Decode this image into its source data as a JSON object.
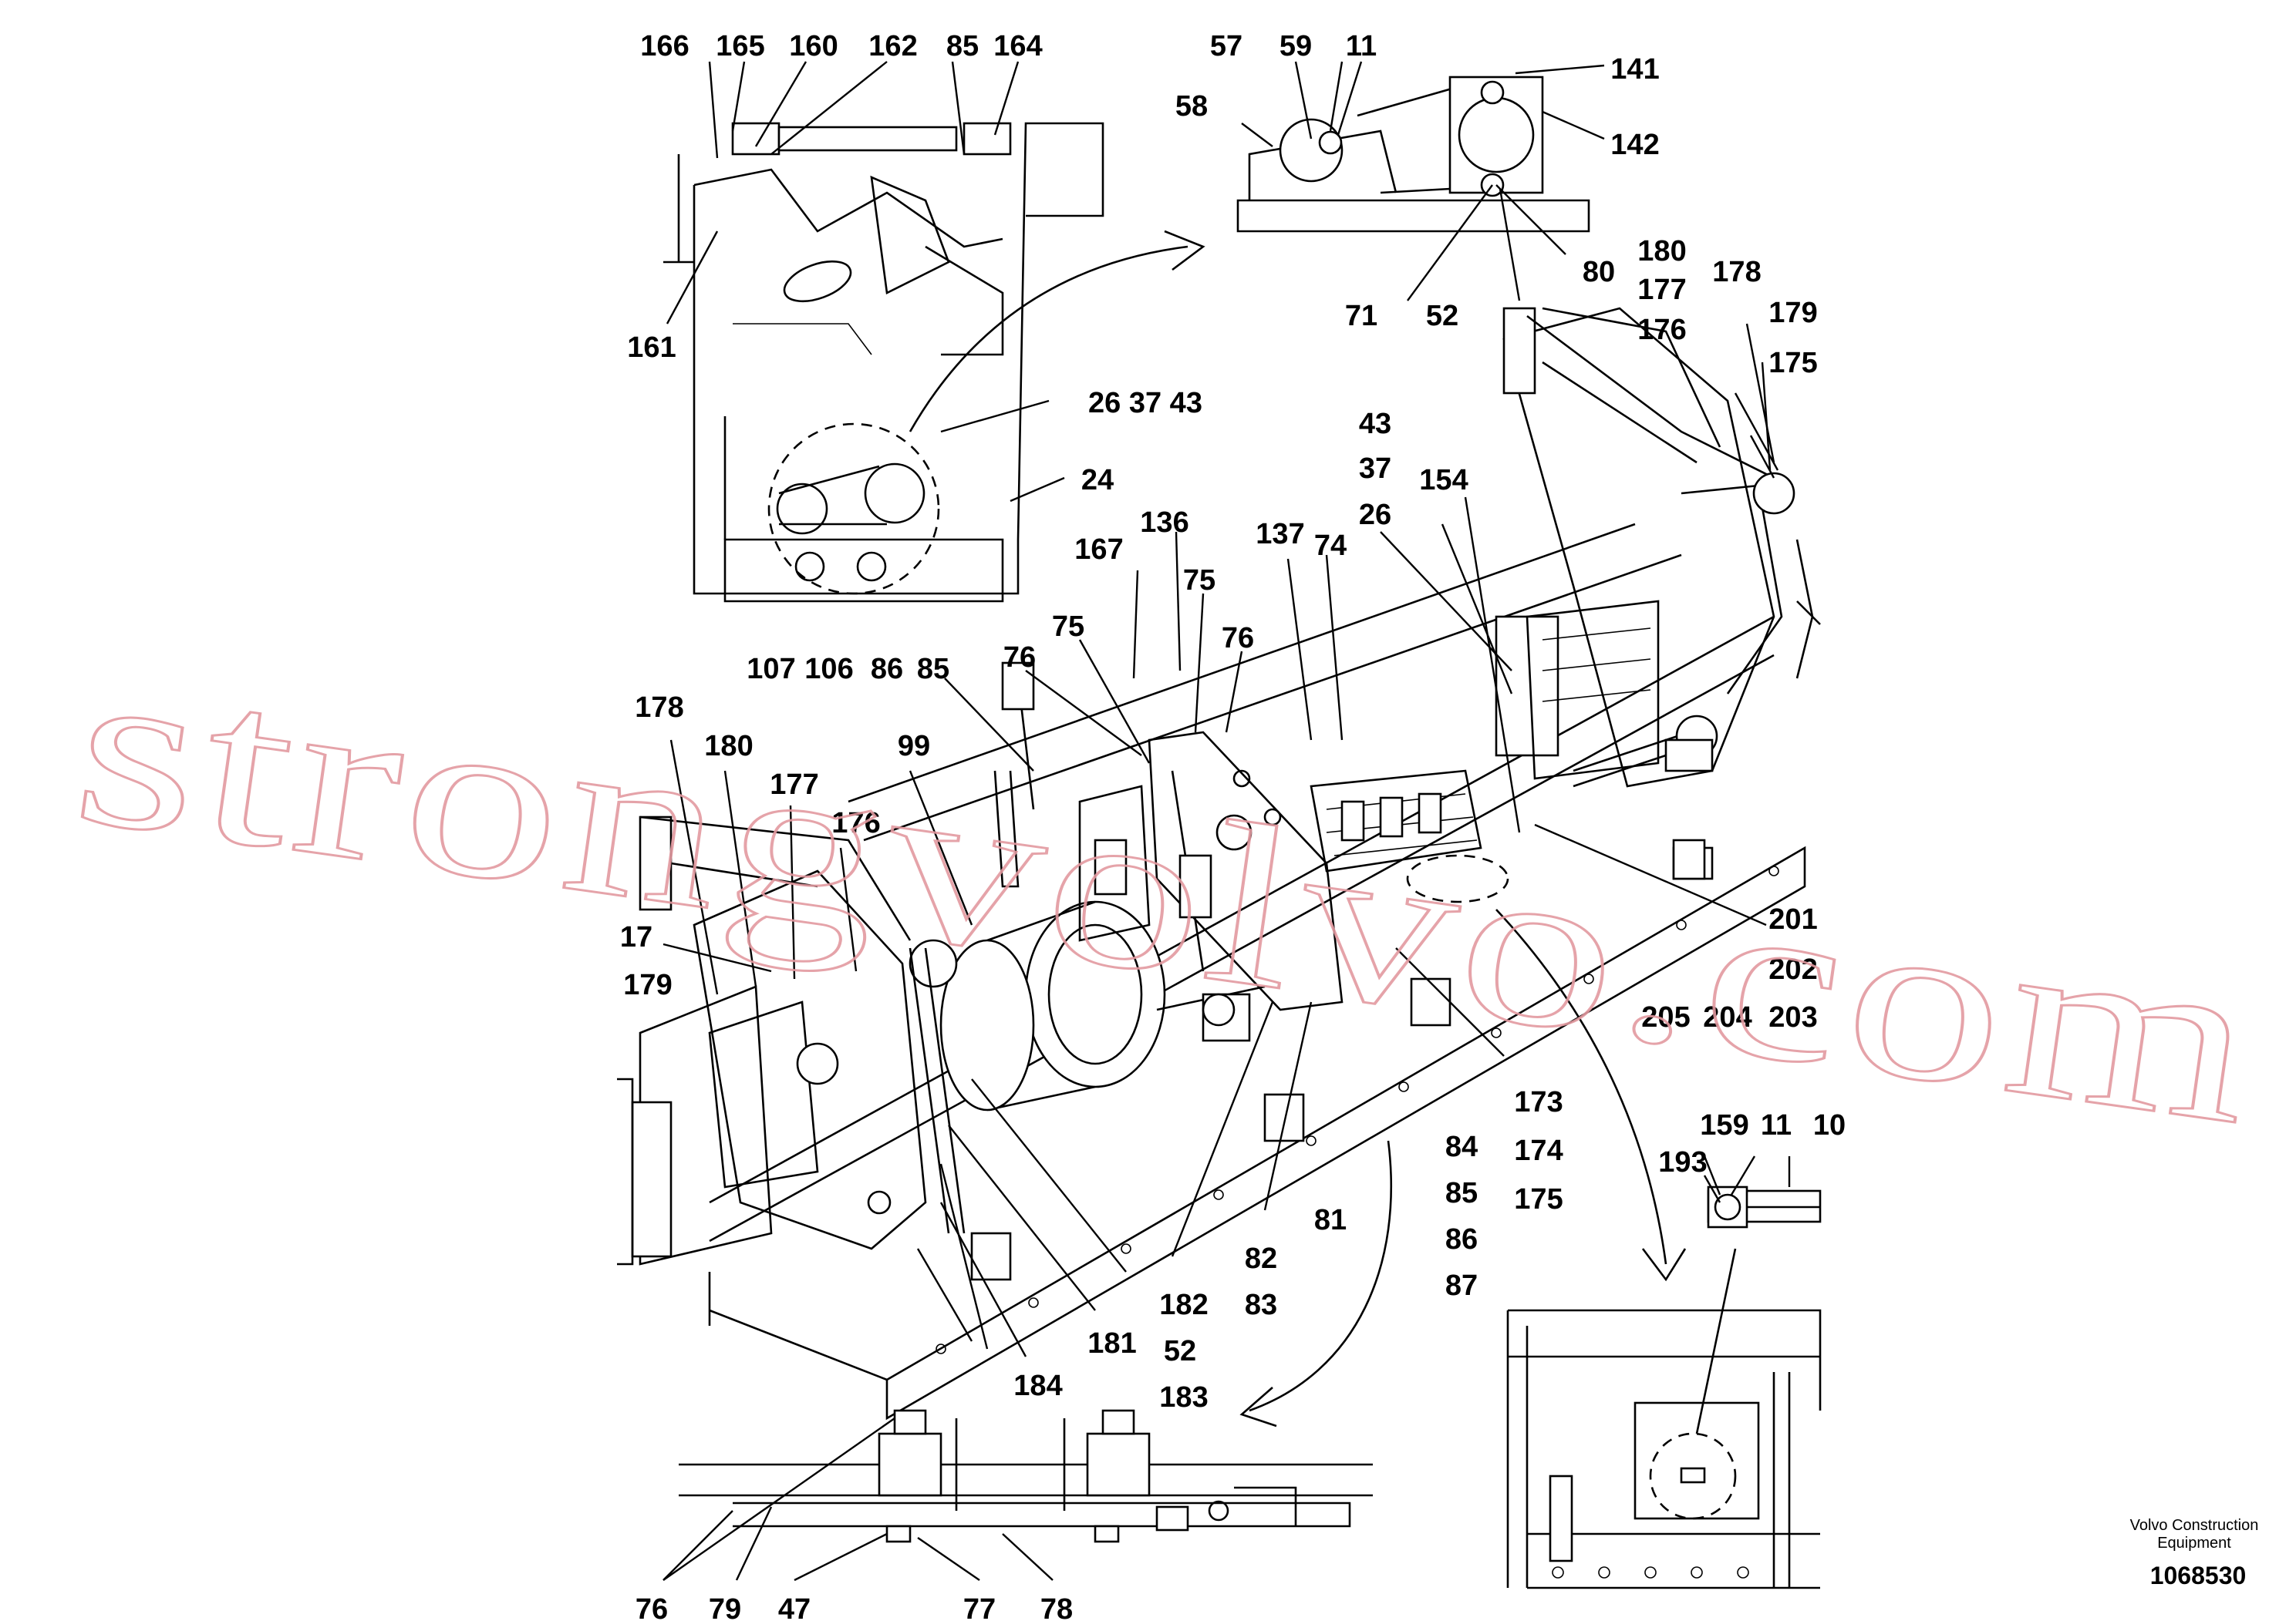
{
  "callouts": [
    "166",
    "165",
    "160",
    "162",
    "85",
    "164",
    "161",
    "26 37 43",
    "24",
    "57",
    "59",
    "11",
    "58",
    "141",
    "142",
    "80",
    "71",
    "52",
    "180",
    "177",
    "176",
    "178",
    "179",
    "175",
    "43",
    "37",
    "26",
    "154",
    "137",
    "74",
    "167",
    "136",
    "75",
    "76",
    "75",
    "76",
    "107",
    "106",
    "86",
    "85",
    "99",
    "178",
    "180",
    "177",
    "176",
    "17",
    "179",
    "201",
    "202",
    "205",
    "204",
    "203",
    "173",
    "174",
    "175",
    "84",
    "85",
    "86",
    "87",
    "159",
    "11",
    "10",
    "193",
    "82",
    "83",
    "81",
    "182",
    "52",
    "183",
    "181",
    "184",
    "76",
    "79",
    "47",
    "77",
    "78"
  ],
  "footer": {
    "brand_line1": "Volvo Construction",
    "brand_line2": "Equipment",
    "drawing_number": "1068530"
  },
  "watermark": "strongvolvo.com"
}
